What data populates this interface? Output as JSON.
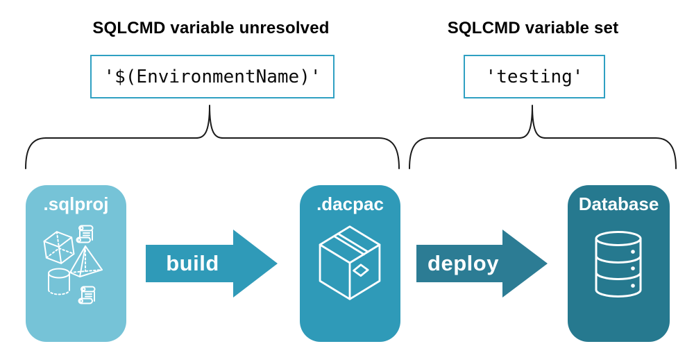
{
  "colors": {
    "sqlproj_card": "#76C3D7",
    "dacpac_card": "#2F9AB8",
    "database_card": "#26798F",
    "build_arrow": "#2F9AB8",
    "deploy_arrow": "#2C7C94",
    "code_box_border": "#2FA0C2",
    "brace_stroke": "#1B1B1B",
    "heading_text": "#000000",
    "card_text": "#FFFFFF"
  },
  "annotations": {
    "unresolved": {
      "heading": "SQLCMD variable unresolved",
      "code": "'$(EnvironmentName)'"
    },
    "resolved": {
      "heading": "SQLCMD variable set",
      "code": "'testing'"
    }
  },
  "pipeline": {
    "stages": [
      {
        "label": ".sqlproj",
        "icon": "sql-project-objects-icon"
      },
      {
        "label": ".dacpac",
        "icon": "package-box-icon"
      },
      {
        "label": "Database",
        "icon": "database-cylinder-icon"
      }
    ],
    "arrows": [
      {
        "label": "build"
      },
      {
        "label": "deploy"
      }
    ]
  }
}
